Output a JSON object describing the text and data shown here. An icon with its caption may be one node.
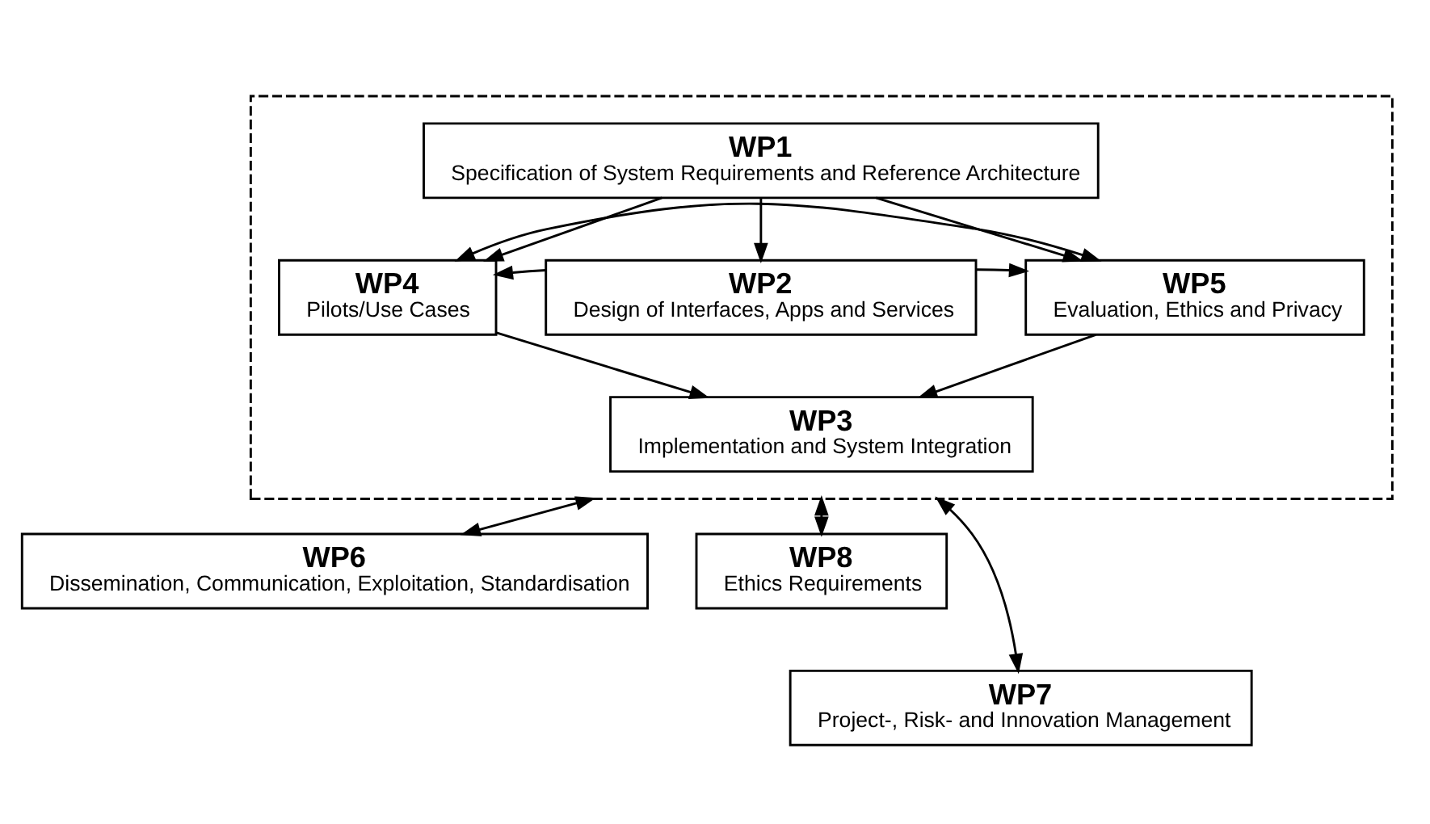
{
  "diagram": {
    "nodes": [
      {
        "text": [],
        "shape": "box"
      },
      {
        "text": [
          "WP1",
          "Specification of System Requirements and Reference Architecture"
        ],
        "in": 0
      },
      {
        "text": [
          "WP4",
          "Pilots/Use Cases"
        ],
        "in": 0
      },
      {
        "text": [
          "WP2",
          "Design of Interfaces, Apps and Services"
        ],
        "in": 0
      },
      {
        "text": [
          "WP5",
          "Evaluation, Ethics and Privacy"
        ],
        "in": 0
      },
      {
        "text": [
          "WP3",
          "Implementation and System Integration"
        ],
        "in": 0
      },
      {
        "text": [
          "WP6",
          "Dissemination, Communication, Exploitation, Standardisation"
        ]
      },
      {
        "text": [
          "WP8",
          "Ethics Requirements"
        ]
      },
      {
        "text": [
          "WP7",
          "Project-, Risk- and Innovation Management"
        ]
      }
    ],
    "edges": [
      {
        "from": 1,
        "to": 2,
        "arrow": "to"
      },
      {
        "from": 1,
        "to": 3,
        "arrow": "to"
      },
      {
        "from": 1,
        "to": 4,
        "arrow": "to"
      },
      {
        "from": 3,
        "to": 2,
        "arrow": "to"
      },
      {
        "from": 3,
        "to": 4,
        "arrow": "to"
      },
      {
        "from": 2,
        "to": 5,
        "arrow": "to"
      },
      {
        "from": 4,
        "to": 5,
        "arrow": "to"
      },
      {
        "from": 2,
        "to": 4,
        "arrow": "both"
      },
      {
        "from": 0,
        "to": 6,
        "arrow": "both"
      },
      {
        "from": 0,
        "to": 8,
        "arrow": "both"
      },
      {
        "from": 0,
        "to": 7,
        "arrow": "both"
      }
    ]
  }
}
